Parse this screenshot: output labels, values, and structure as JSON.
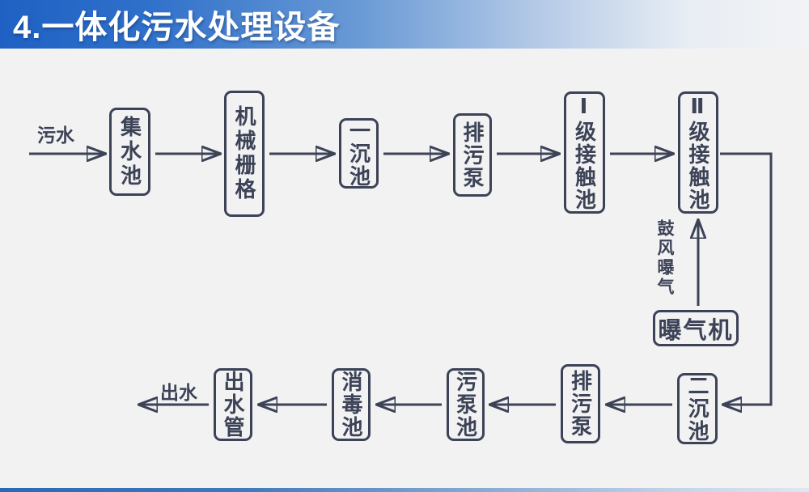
{
  "slide": {
    "title": "4.一体化污水处理设备",
    "colors": {
      "header_blue": "#1e61c3",
      "ink": "#3c4357",
      "background": "#f2f2f3",
      "accent_bar_blue": "#2a6ab4"
    }
  },
  "diagram": {
    "type": "flowchart",
    "nodes": [
      {
        "id": "collection-tank",
        "label": "集水池",
        "orientation": "vertical"
      },
      {
        "id": "mechanical-grid",
        "label": "机械栅格",
        "orientation": "vertical"
      },
      {
        "id": "primary-sedimentation-tank",
        "label": "一沉池",
        "orientation": "vertical"
      },
      {
        "id": "sewage-pump-1",
        "label": "排污泵",
        "orientation": "vertical"
      },
      {
        "id": "level-1-contact-tank",
        "label": "Ⅰ级接触池",
        "orientation": "vertical"
      },
      {
        "id": "level-2-contact-tank",
        "label": "Ⅱ级接触池",
        "orientation": "vertical"
      },
      {
        "id": "aerator",
        "label": "曝气机",
        "orientation": "horizontal"
      },
      {
        "id": "secondary-sedimentation-tank",
        "label": "二沉池",
        "orientation": "vertical"
      },
      {
        "id": "sewage-pump-2",
        "label": "排污泵",
        "orientation": "vertical"
      },
      {
        "id": "sludge-pump-tank",
        "label": "污泵池",
        "orientation": "vertical"
      },
      {
        "id": "disinfection-tank",
        "label": "消毒池",
        "orientation": "vertical"
      },
      {
        "id": "outlet-pipe",
        "label": "出水管",
        "orientation": "vertical"
      }
    ],
    "edge_labels": {
      "inflow": "污水",
      "outflow": "出水",
      "aeration": "鼓风曝气"
    },
    "flow_order_row1": [
      "污水",
      "集水池",
      "机械栅格",
      "一沉池",
      "排污泵",
      "Ⅰ级接触池",
      "Ⅱ级接触池"
    ],
    "flow_order_row2": [
      "二沉池",
      "排污泵",
      "污泵池",
      "消毒池",
      "出水管",
      "出水"
    ],
    "aeration_branch": [
      "曝气机",
      "鼓风曝气",
      "Ⅱ级接触池"
    ]
  }
}
